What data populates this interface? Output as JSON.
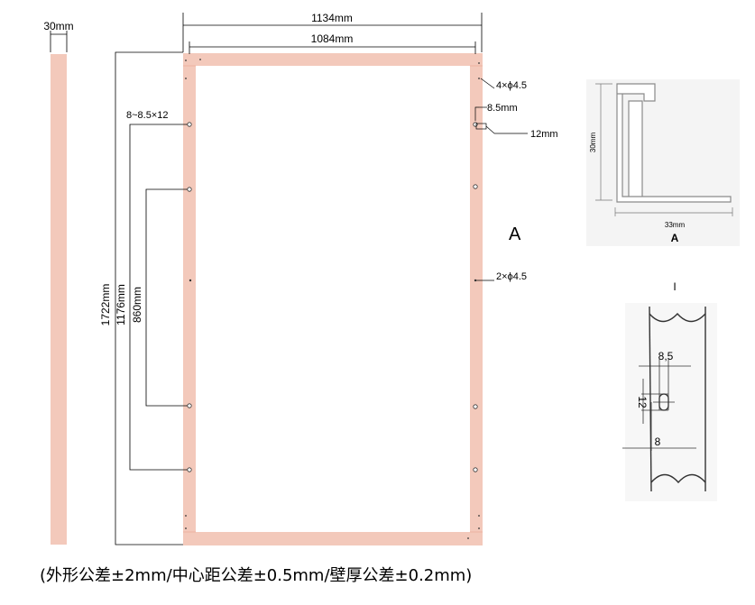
{
  "colors": {
    "profile_fill": "#f3c9bb",
    "line": "#000000",
    "photo_bg": "#f4f4f4"
  },
  "labels": {
    "strip_width": "30mm",
    "outer_width": "1134mm",
    "inner_width": "1084mm",
    "outer_height": "1722mm",
    "hole_span_1176": "1176mm",
    "hole_span_860": "860mm",
    "slot_note": "8~8.5×12",
    "hole_4x": "4×ϕ4.5",
    "hole_2x": "2×ϕ4.5",
    "slot_width": "8.5mm",
    "slot_length": "12mm",
    "section_letter": "A",
    "profile_height": "30mm",
    "profile_width": "33mm",
    "profile_caption": "A",
    "detail_marker": "I",
    "detail_85": "8,5",
    "detail_12": "12",
    "detail_8": "8"
  },
  "footer": "(外形公差±2mm/中心距公差±0.5mm/壁厚公差±0.2mm)"
}
